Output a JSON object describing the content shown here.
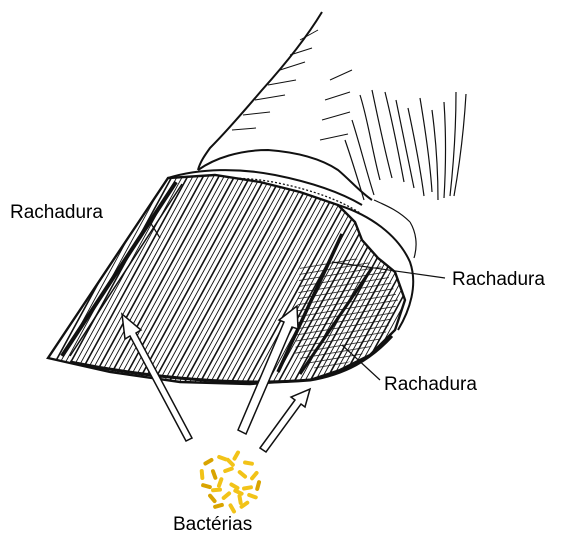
{
  "labels": {
    "crack_left": "Rachadura",
    "crack_right": "Rachadura",
    "crack_bottom": "Rachadura",
    "bacteria": "Bactérias"
  },
  "colors": {
    "ink": "#111111",
    "bacteria": "#f2c318",
    "bacteria_dark": "#d9a400",
    "background": "#ffffff"
  }
}
